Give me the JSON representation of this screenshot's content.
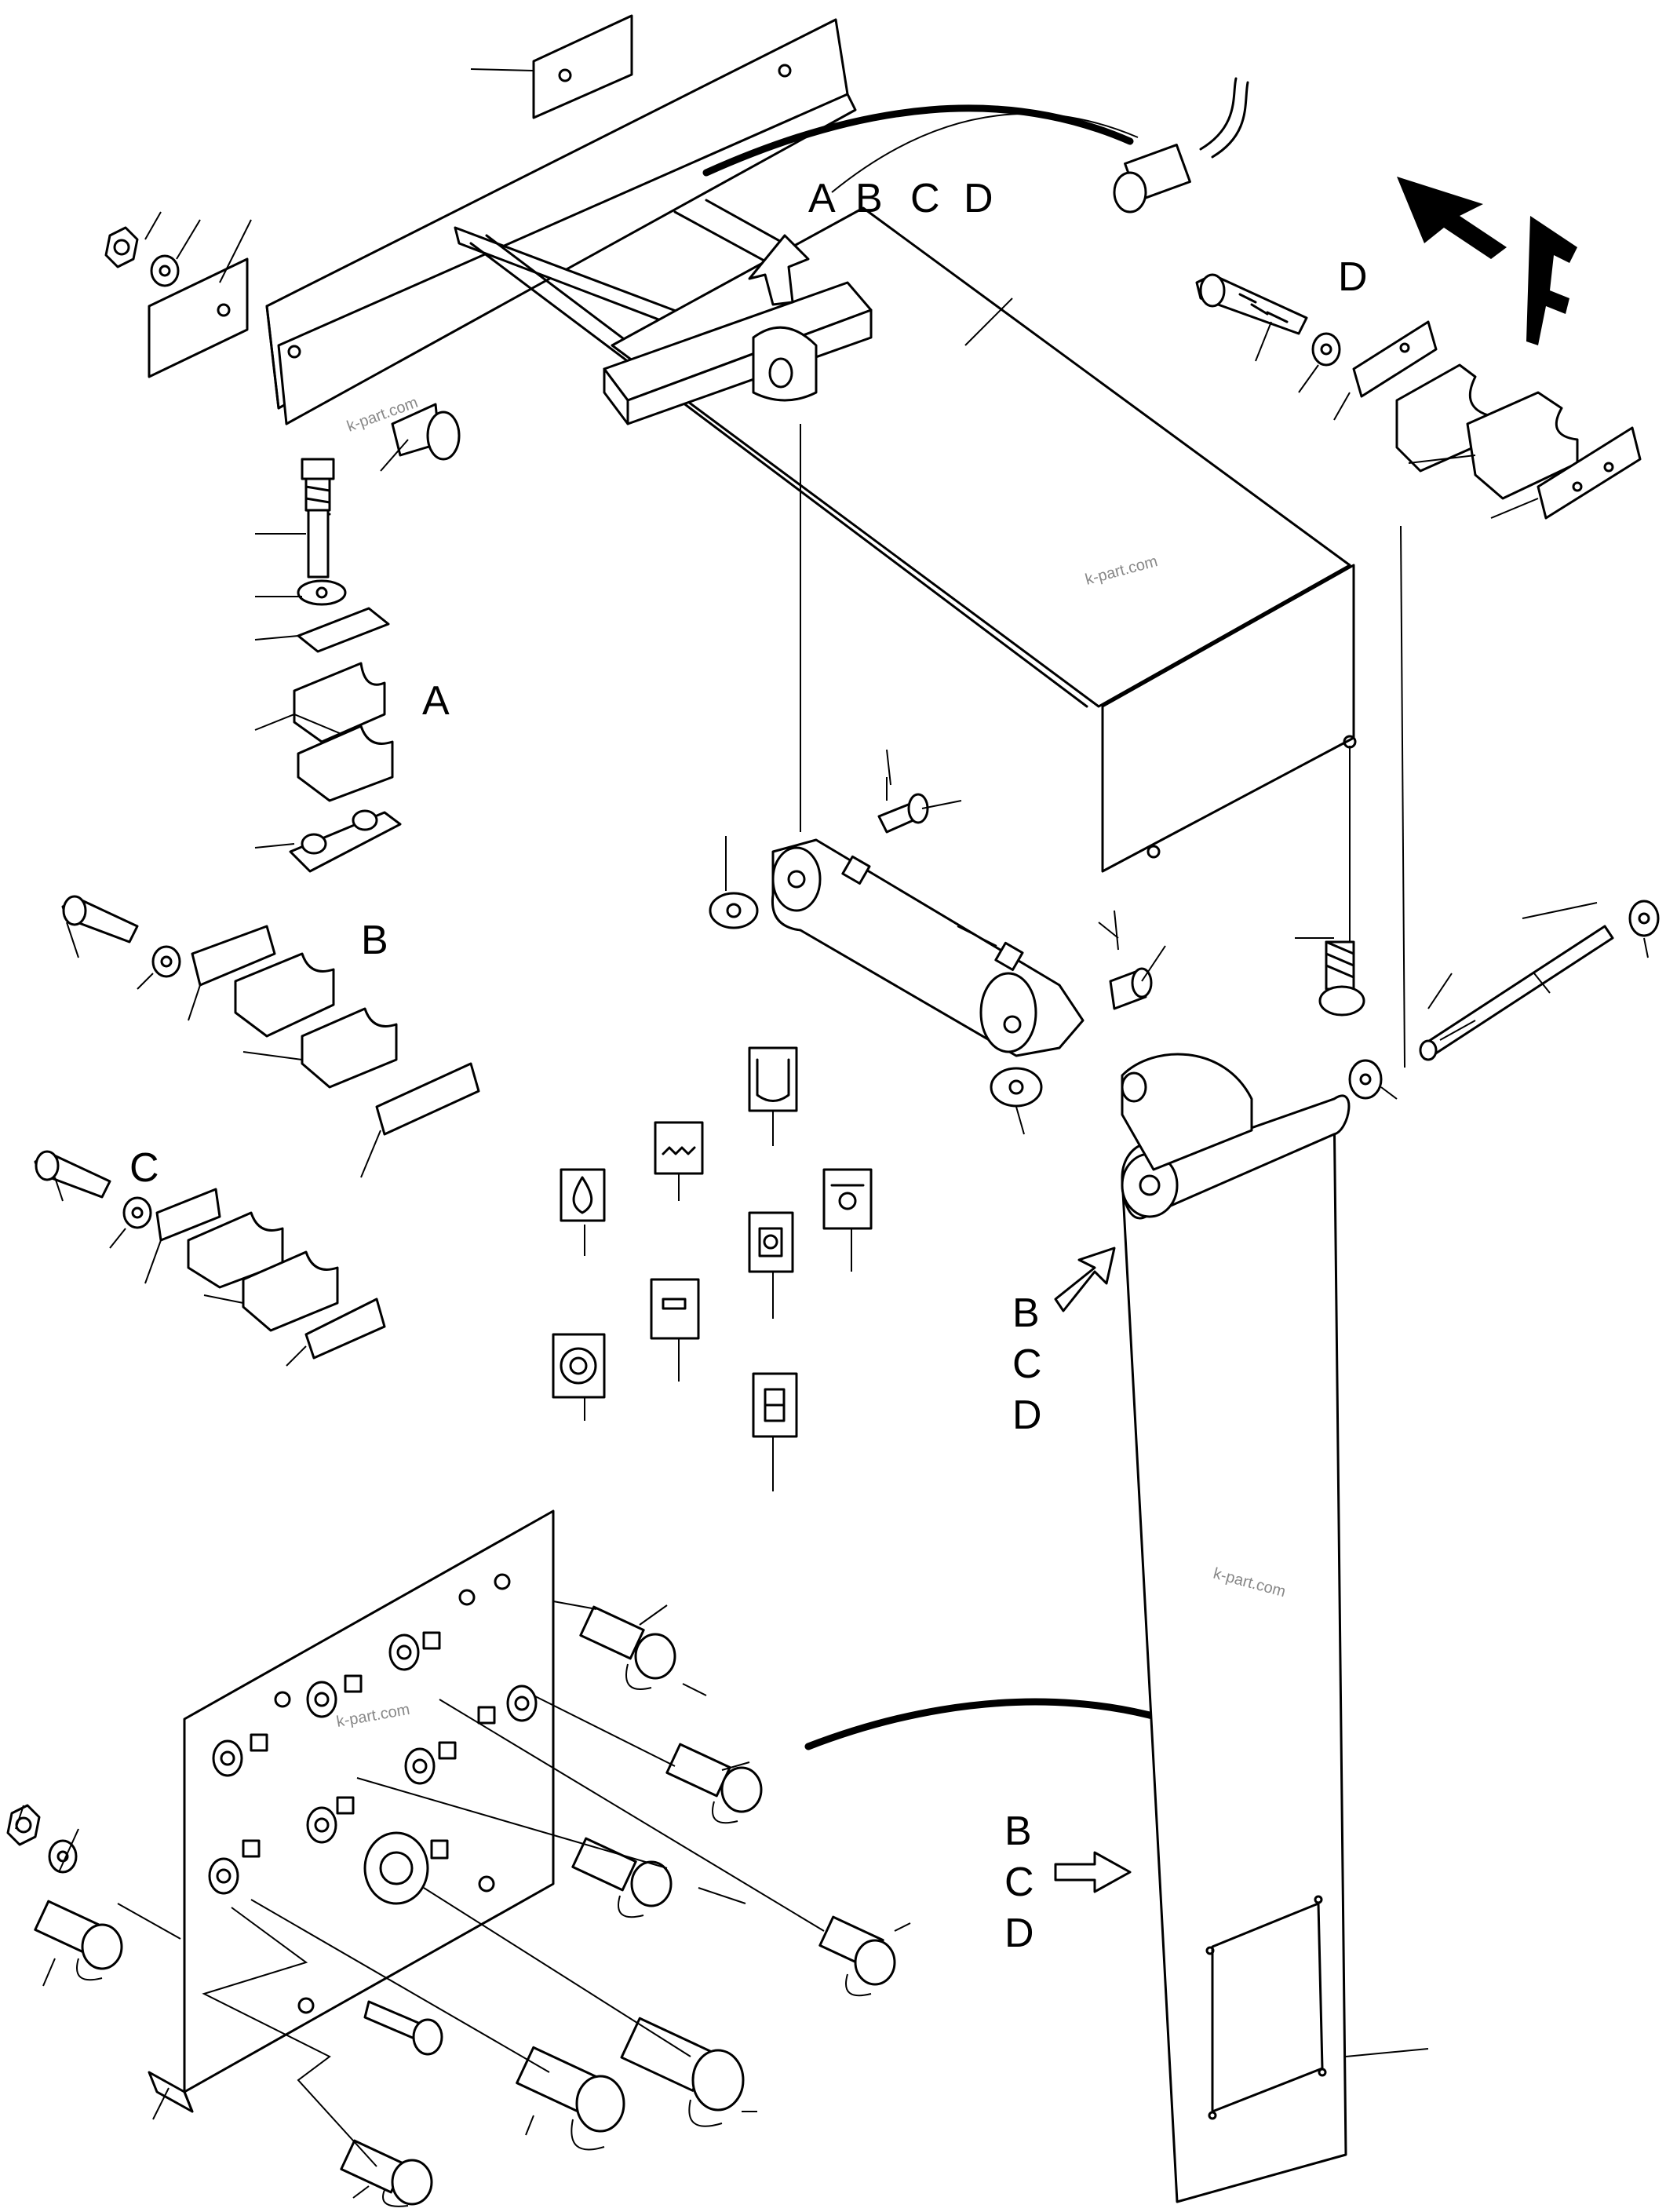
{
  "diagram": {
    "detail_letters": {
      "top_group": [
        "A",
        "B",
        "C",
        "D"
      ],
      "a": "A",
      "b": "B",
      "c": "C",
      "d": "D",
      "column_b": "B",
      "column_c": "C",
      "column_d": "D",
      "lower_b": "B",
      "lower_c": "C",
      "lower_d": "D"
    },
    "direction_label": "F",
    "watermarks": [
      "k-part.com",
      "k-part.com",
      "k-part.com",
      "k-part.com"
    ]
  }
}
